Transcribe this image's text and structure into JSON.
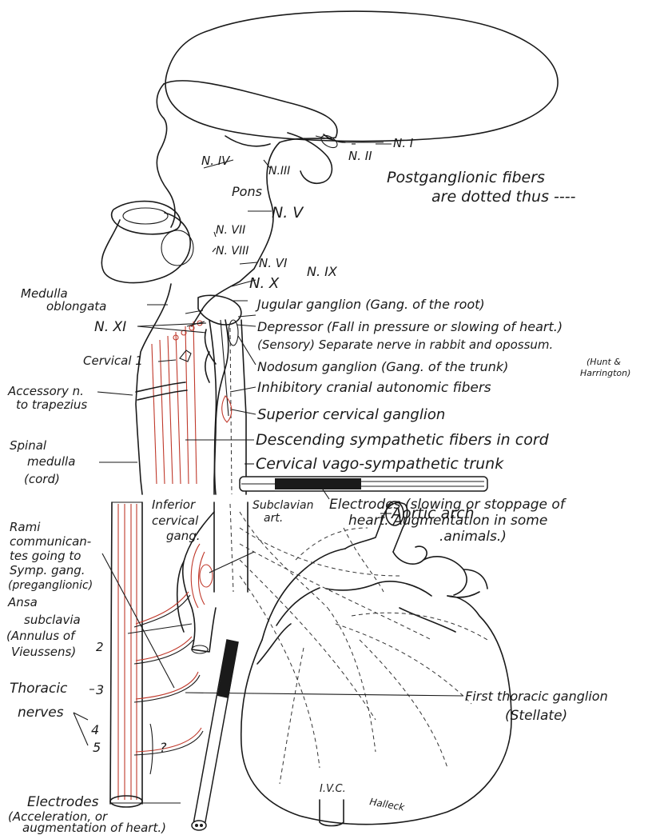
{
  "legend": {
    "line1": "Postganglionic fibers",
    "line2": "are dotted thus ----"
  },
  "labels": {
    "n1": "N. I",
    "n2": "N. II",
    "n3": "N.III",
    "n4": "N. IV",
    "n5": "N. V",
    "n6": "N. VI",
    "n7": "N. VII",
    "n8": "N. VIII",
    "n9": "N. IX",
    "n10": "N. X",
    "n11": "N. XI",
    "pons": "Pons",
    "medulla1": "Medulla",
    "medulla2": "oblongata",
    "jugular": "Jugular ganglion (Gang. of the root)",
    "depressor": "Depressor (Fall in pressure or slowing of heart.)",
    "sensory": "(Sensory)  Separate nerve in rabbit and opossum.",
    "hunt1": "(Hunt &",
    "hunt2": "Harrington)",
    "cervical1": "Cervical 1",
    "nodosum": "Nodosum ganglion (Gang. of the trunk)",
    "accessory1": "Accessory n.",
    "accessory2": "to trapezius",
    "inhibitory": "Inhibitory cranial autonomic fibers",
    "superior": "Superior cervical ganglion",
    "spinal1": "Spinal",
    "spinal2": "medulla",
    "spinal3": "(cord)",
    "descending": "Descending sympathetic fibers in cord",
    "vagosymp": "Cervical vago-sympathetic trunk",
    "electrodes1_1": "Electrodes (slowing or stoppage of",
    "electrodes1_2": "heart. Augmentation in some",
    "electrodes1_3": ".animals.)",
    "inferior1": "Inferior",
    "inferior2": "cervical",
    "inferior3": "gang.",
    "subclavian1": "Subclavian",
    "subclavian2": "art.",
    "rami1": "Rami",
    "rami2": "communican-",
    "rami3": "tes going to",
    "rami4": "Symp. gang.",
    "rami5": "(preganglionic)",
    "aortic": "Aortic arch",
    "ansa1": "Ansa",
    "ansa2": "subclavia",
    "ansa3": "(Annulus of",
    "ansa4": "Vieussens)",
    "num2": "2",
    "thoracic": "Thoracic",
    "num3": "3",
    "nerves": "nerves",
    "num4": "4",
    "num5": "5",
    "question": "?",
    "stellate1": "First thoracic ganglion",
    "stellate2": "(Stellate)",
    "ivc": "I.V.C.",
    "halleck": "Halleck",
    "electrodes2_1": "Electrodes",
    "electrodes2_2": "(Acceleration, or",
    "electrodes2_3": "augmentation of heart.)"
  }
}
